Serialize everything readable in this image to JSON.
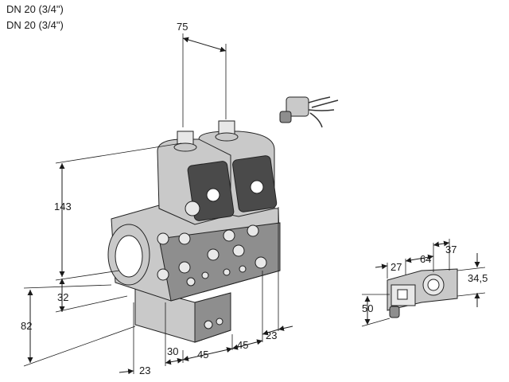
{
  "header": {
    "line1": "DN 20 (3/4\")",
    "line2": "DN 20 (3/4\")"
  },
  "dimensions": {
    "d75": "75",
    "d143": "143",
    "d32": "32",
    "d82": "82",
    "d23_left": "23",
    "d30": "30",
    "d45_a": "45",
    "d45_b": "45",
    "d23_right": "23",
    "d27": "27",
    "d64": "64",
    "d37": "37",
    "d34_5": "34,5",
    "d50": "50"
  },
  "icons": {
    "valve": "double-solenoid-valve-icon",
    "connector": "cable-connector-icon",
    "switch": "pressure-switch-icon"
  }
}
